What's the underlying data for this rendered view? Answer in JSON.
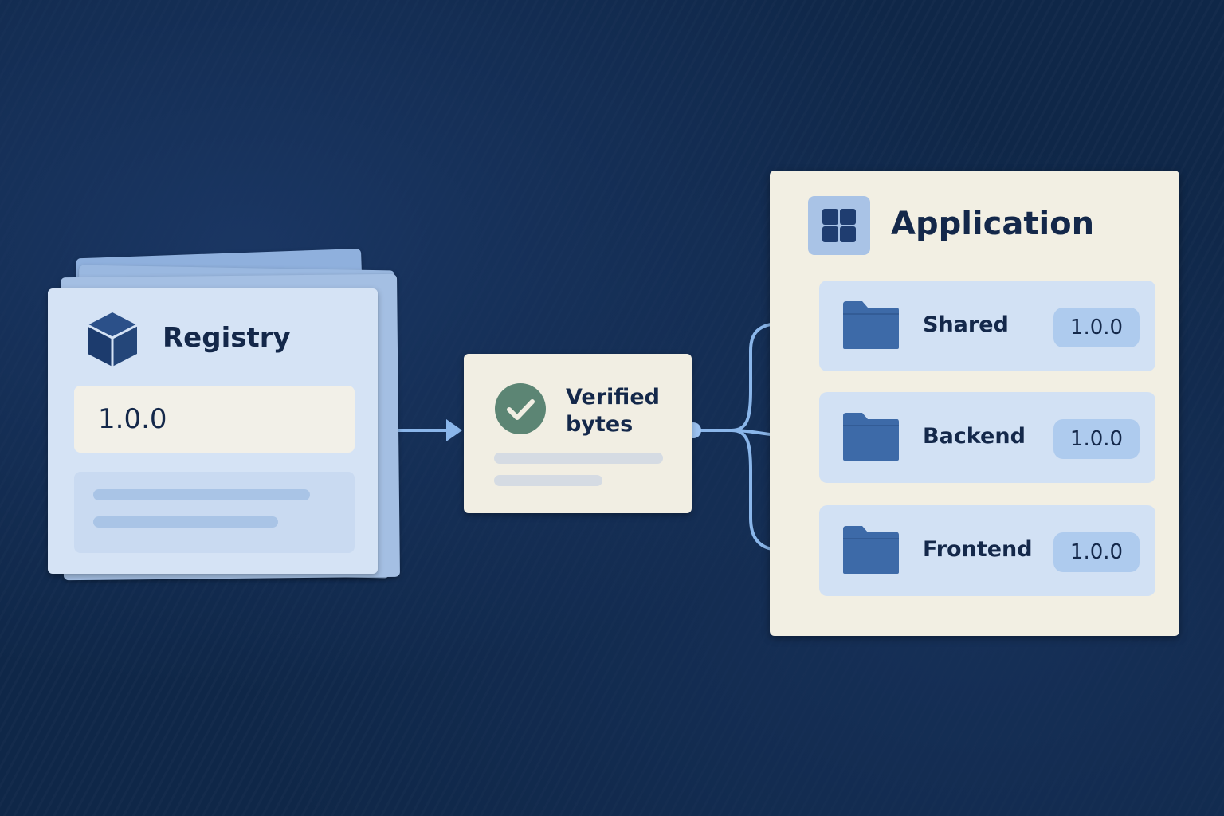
{
  "registry": {
    "title": "Registry",
    "version": "1.0.0",
    "icon": "cube-icon"
  },
  "verified": {
    "line1": "Verified",
    "line2": "bytes",
    "icon": "check-circle-icon"
  },
  "application": {
    "title": "Application",
    "icon": "grid-icon",
    "modules": [
      {
        "name": "Shared",
        "version": "1.0.0",
        "icon": "folder-icon"
      },
      {
        "name": "Backend",
        "version": "1.0.0",
        "icon": "folder-icon"
      },
      {
        "name": "Frontend",
        "version": "1.0.0",
        "icon": "folder-icon"
      }
    ]
  },
  "colors": {
    "background": "#0f2748",
    "connector": "#8ab6ea",
    "text": "#14284a",
    "check": "#5c8574"
  }
}
